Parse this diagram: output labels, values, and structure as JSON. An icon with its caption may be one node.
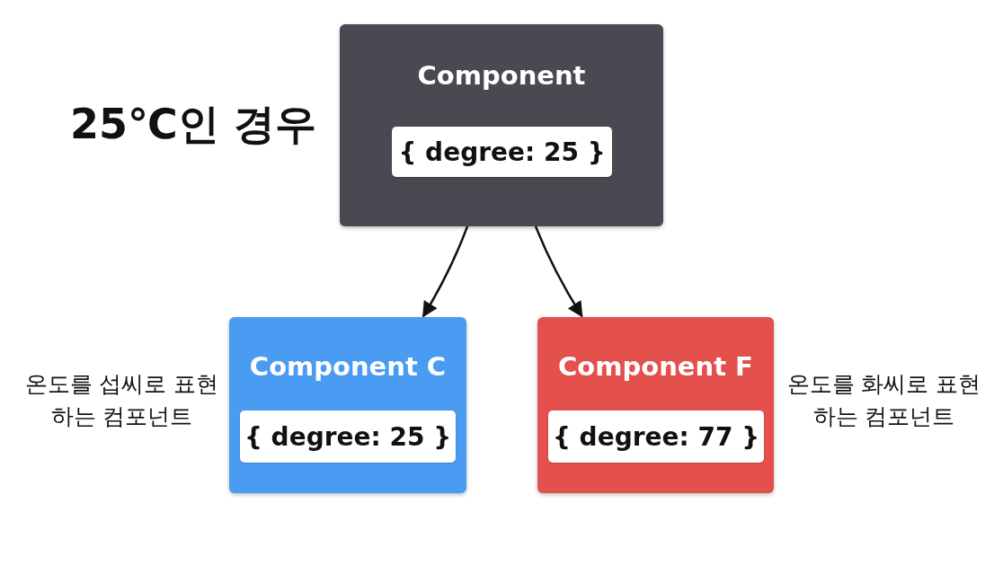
{
  "diagram": {
    "title": "25℃인 경우",
    "nodes": [
      {
        "text": [
          "Component"
        ]
      },
      {
        "text": [
          "{ degree: 25 }"
        ],
        "in": 0
      },
      {
        "text": [
          "Component C"
        ],
        "beside": [
          "온도를 섭씨로 표현하는 컴포넌트"
        ]
      },
      {
        "text": [
          "{ degree: 25 }"
        ],
        "in": 2
      },
      {
        "text": [
          "Component F"
        ],
        "beside": [
          "온도를 화씨로 표현하는 컴포넌트"
        ]
      },
      {
        "text": [
          "{ degree: 77 }"
        ],
        "in": 4
      }
    ],
    "edges": [
      {
        "from": 0,
        "to": 2,
        "arrow": "to"
      },
      {
        "from": 0,
        "to": 4,
        "arrow": "to"
      }
    ]
  }
}
